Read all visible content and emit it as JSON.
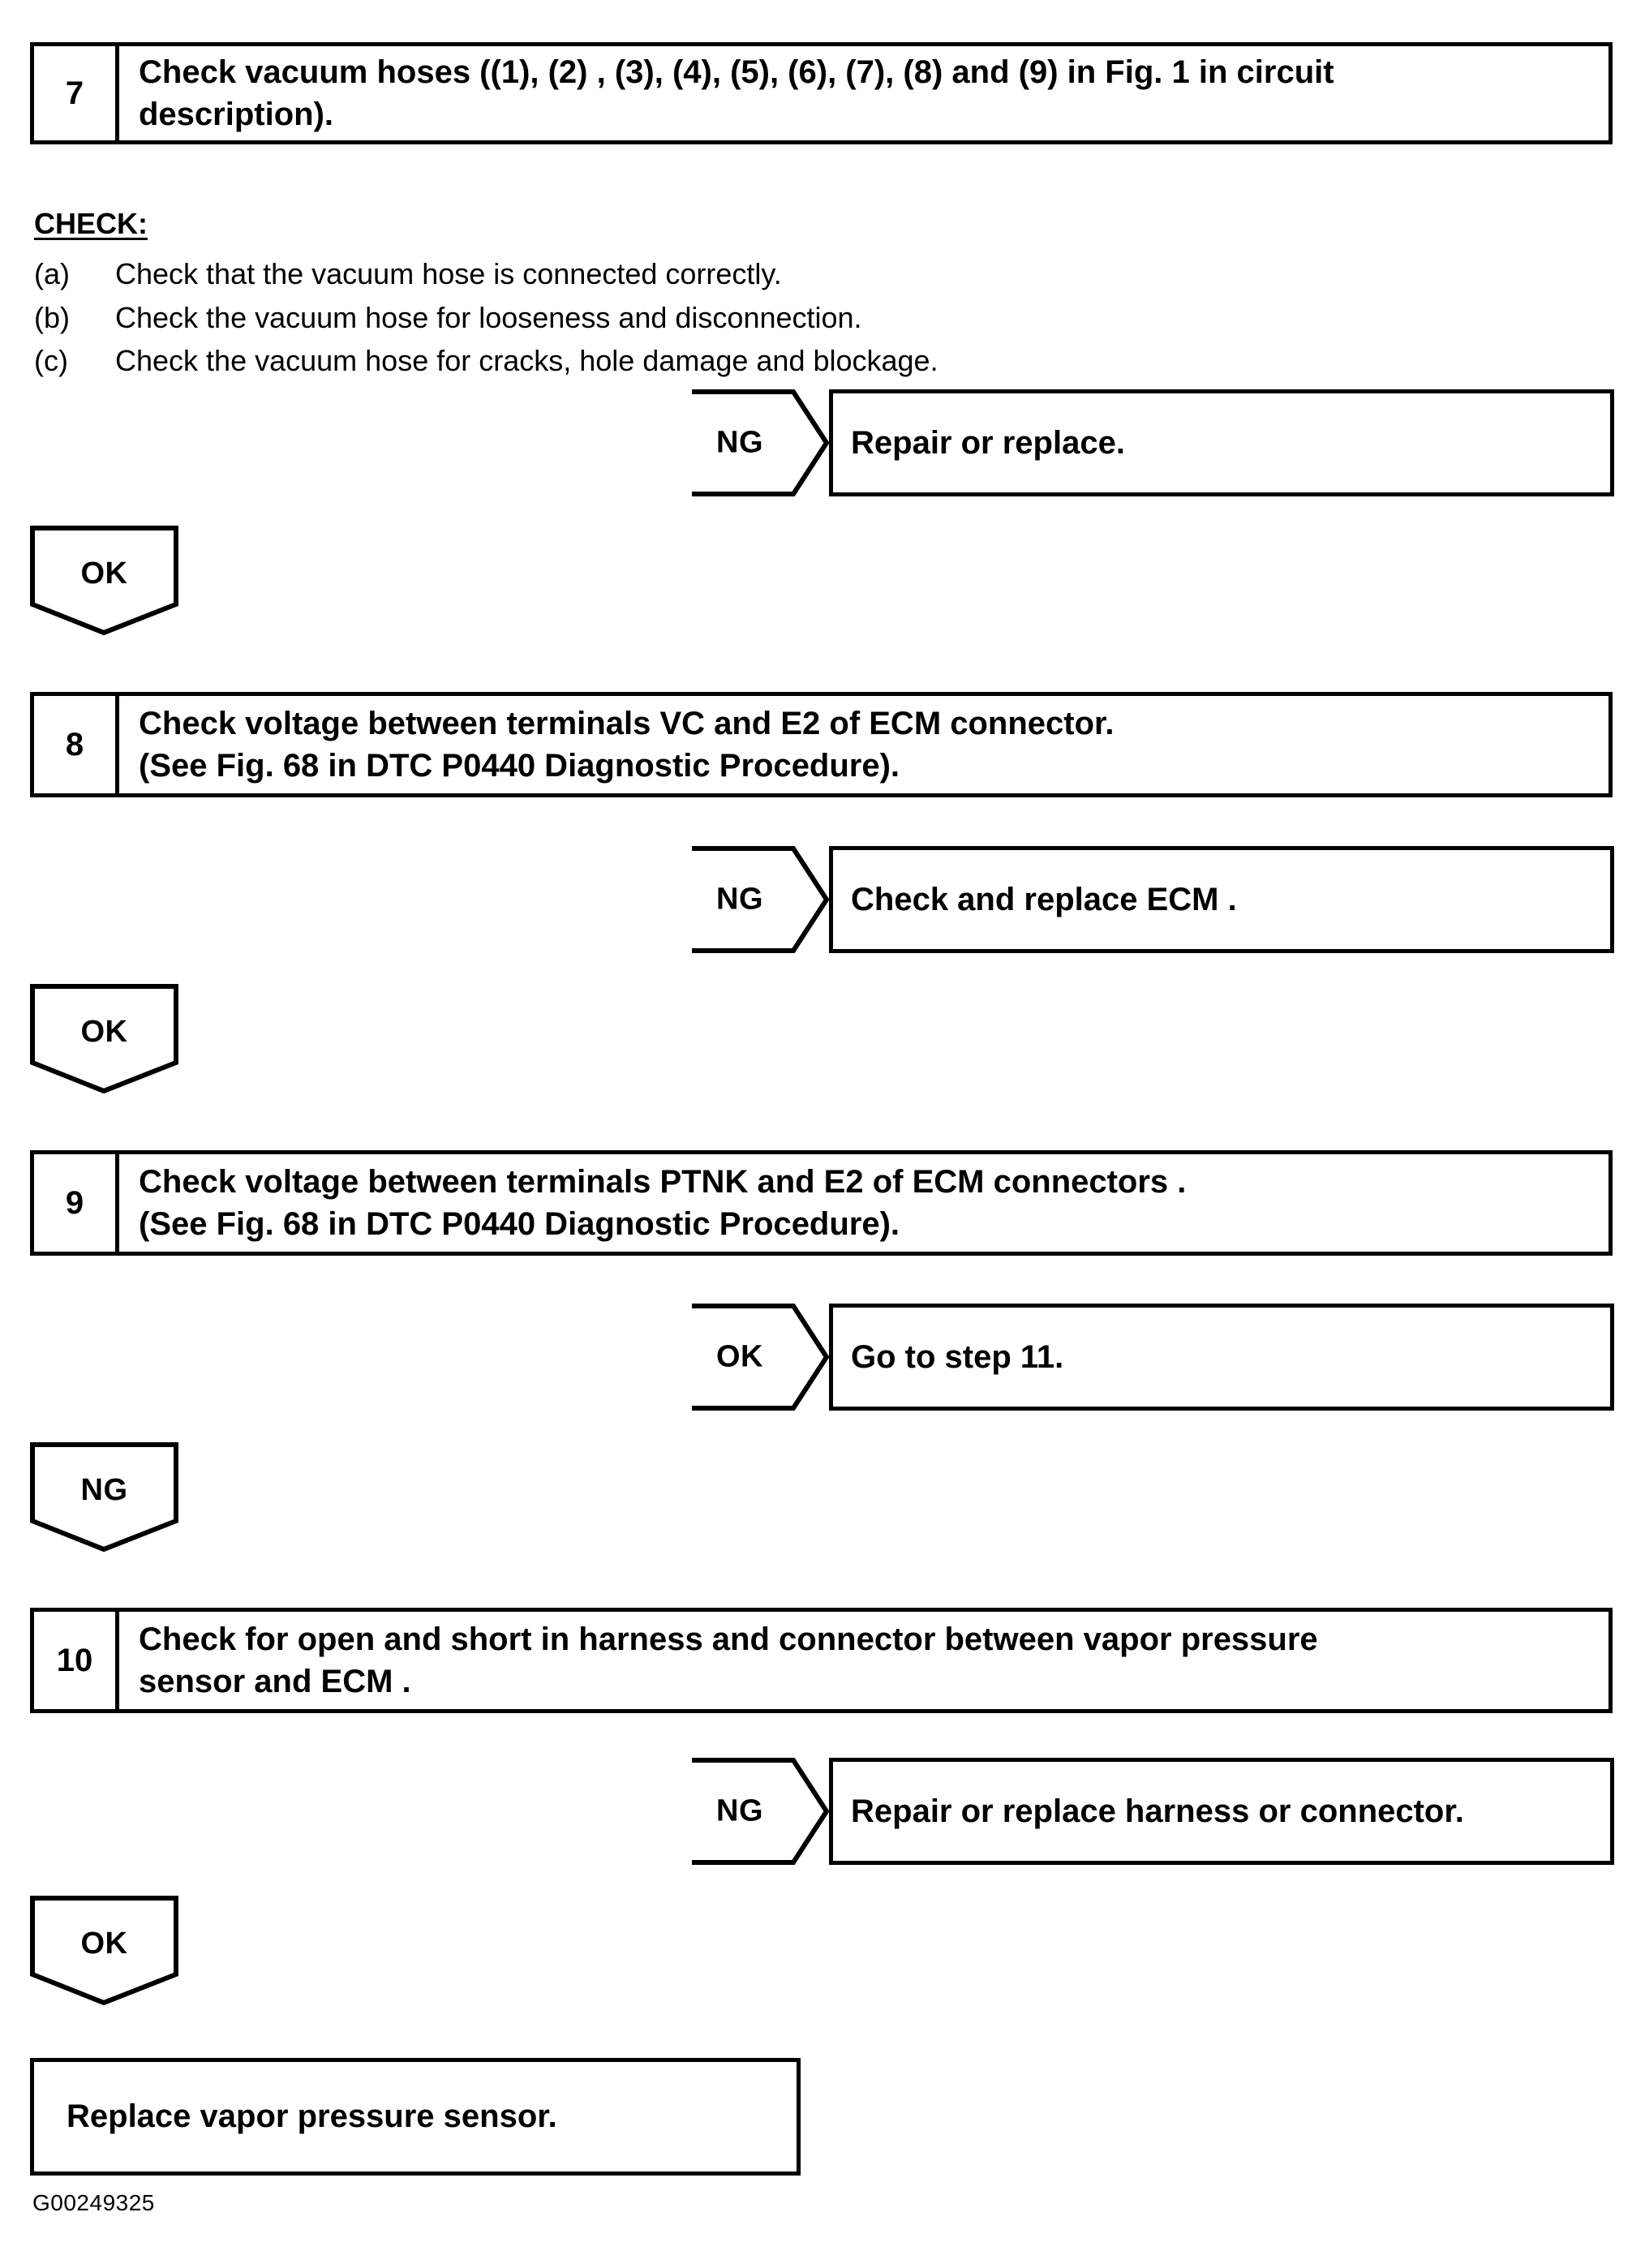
{
  "document": {
    "type": "diagnostic-flowchart",
    "footer_code": "G00249325"
  },
  "step7": {
    "number": "7",
    "line1": "Check vacuum hoses ((1), (2) , (3), (4), (5), (6), (7), (8) and (9) in Fig. 1 in circuit",
    "line2": "description)."
  },
  "check_section": {
    "header": "CHECK:",
    "items": [
      {
        "marker": "(a)",
        "text": "Check that the vacuum hose is connected correctly."
      },
      {
        "marker": "(b)",
        "text": "Check the vacuum hose for looseness and disconnection."
      },
      {
        "marker": "(c)",
        "text": "Check the vacuum hose for cracks, hole damage and blockage."
      }
    ]
  },
  "branch7": {
    "label": "NG",
    "result": "Repair or replace."
  },
  "ok7": {
    "label": "OK"
  },
  "step8": {
    "number": "8",
    "line1": "Check voltage between terminals VC and E2 of ECM connector.",
    "line2": "(See Fig. 68 in DTC P0440 Diagnostic Procedure)."
  },
  "branch8": {
    "label": "NG",
    "result": "Check and replace ECM ."
  },
  "ok8": {
    "label": "OK"
  },
  "step9": {
    "number": "9",
    "line1": "Check voltage between terminals PTNK and E2 of ECM connectors .",
    "line2": "(See Fig. 68 in DTC P0440 Diagnostic Procedure)."
  },
  "branch9": {
    "label": "OK",
    "result": "Go to step 11."
  },
  "ng9": {
    "label": "NG"
  },
  "step10": {
    "number": "10",
    "line1": "Check for open and short in harness and connector between vapor pressure",
    "line2": "sensor and ECM ."
  },
  "branch10": {
    "label": "NG",
    "result": "Repair or replace harness or connector."
  },
  "ok10": {
    "label": "OK"
  },
  "conclusion": {
    "text": "Replace vapor pressure sensor."
  },
  "colors": {
    "ink": "#000000",
    "paper": "#ffffff"
  }
}
